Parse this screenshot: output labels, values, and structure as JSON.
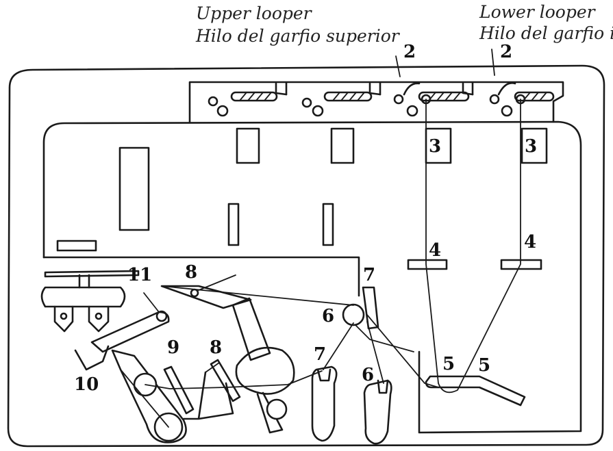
{
  "captions": {
    "upper_en": "Upper  looper",
    "upper_es": "Hilo del garfio superior",
    "lower_en": "Lower looper",
    "lower_es": "Hilo del garfio in"
  },
  "labels": {
    "n2": "2",
    "n3": "3",
    "n4": "4",
    "n5": "5",
    "n6": "6",
    "n7": "7",
    "n8": "8",
    "n9": "9",
    "n10": "10",
    "n11": "11"
  }
}
